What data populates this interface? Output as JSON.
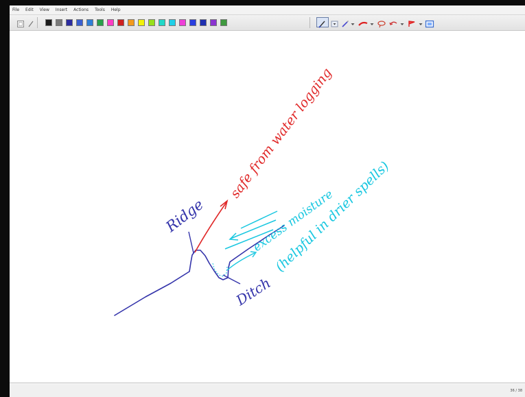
{
  "menu": {
    "file": "File",
    "edit": "Edit",
    "view": "View",
    "insert": "Insert",
    "actions": "Actions",
    "tools": "Tools",
    "help": "Help"
  },
  "toolbar": {
    "swatches": [
      "#1a1a1a",
      "#7a7a7a",
      "#2b2ba0",
      "#3a5fd0",
      "#2f7fd8",
      "#2aa04a",
      "#ff3cc4",
      "#cf1f1f",
      "#f39a1c",
      "#f2f20a",
      "#97e01a",
      "#20d8c8",
      "#1fcfe8",
      "#ee3fd8",
      "#2a3fe0",
      "#1f2fb0",
      "#8a33d0",
      "#3f9a3f"
    ],
    "tools": [
      "pen-icon",
      "highlighter-icon",
      "eraser-icon",
      "lasso-icon",
      "undo-icon",
      "insert-space-icon",
      "page-icon"
    ]
  },
  "drawing": {
    "annotations": {
      "ridge": "Ridge",
      "safe": "safe from water logging",
      "excess": "excess moisture",
      "helpful": "(helpful in drier spells)",
      "ditch": "Ditch"
    },
    "colors": {
      "profile": "#3333aa",
      "red": "#e02828",
      "cyan": "#18c7e0"
    }
  },
  "status": {
    "page_indicator": "36 / 38"
  }
}
